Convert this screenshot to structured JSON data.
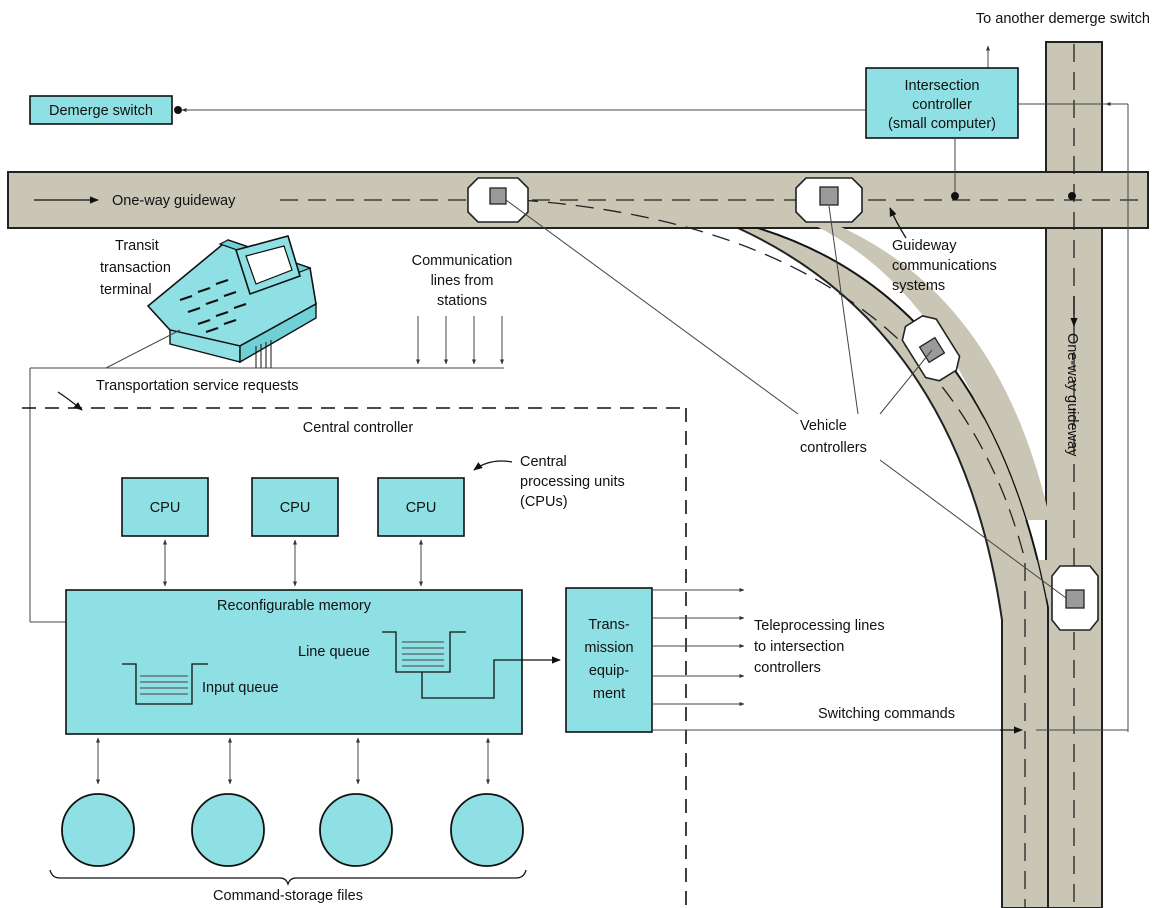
{
  "labels": {
    "to_another_demerge": "To another demerge switch",
    "demerge_switch": "Demerge switch",
    "intersection_controller": [
      "Intersection",
      "controller",
      "(small computer)"
    ],
    "one_way_guideway_h": "One-way guideway",
    "one_way_guideway_v": "One-way guideway",
    "transit_terminal": [
      "Transit",
      "transaction",
      "terminal"
    ],
    "communication_lines": [
      "Communication",
      "lines from",
      "stations"
    ],
    "guideway_comm": [
      "Guideway",
      "communications",
      "systems"
    ],
    "transport_requests": "Transportation service requests",
    "central_controller": "Central controller",
    "cpus": [
      "Central",
      "processing units",
      "(CPUs)"
    ],
    "cpu1": "CPU",
    "cpu2": "CPU",
    "cpu3": "CPU",
    "vehicle_controllers": [
      "Vehicle",
      "controllers"
    ],
    "reconfigurable_memory": "Reconfigurable memory",
    "line_queue": "Line queue",
    "input_queue": "Input queue",
    "transmission": [
      "Trans-",
      "mission",
      "equip-",
      "ment"
    ],
    "teleprocessing": [
      "Teleprocessing lines",
      "to intersection",
      "controllers"
    ],
    "switching_commands": "Switching commands",
    "command_storage": "Command-storage files"
  },
  "colors": {
    "component_fill": "#8fe0e4",
    "guideway_fill": "#c9c6b6"
  }
}
